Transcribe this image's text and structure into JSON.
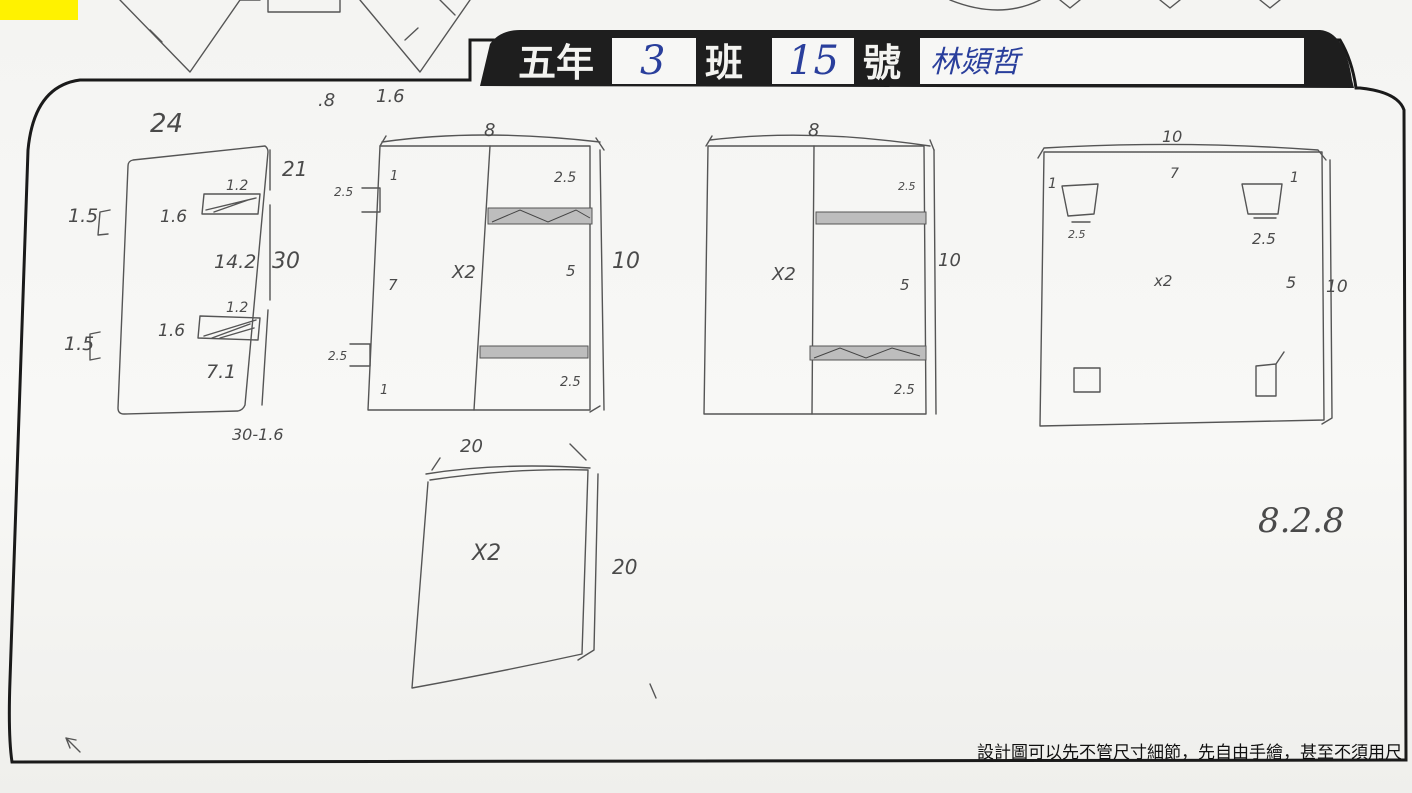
{
  "header": {
    "grade": "五年",
    "class_num": "3",
    "class_label": "班",
    "seat_num": "15",
    "seat_label": "號",
    "student_name": "林熲哲"
  },
  "footer_note": "設計圖可以先不管尺寸細節，先自由手繪，甚至不須用尺",
  "colors": {
    "header_band": "#1e1e1e",
    "ink_blue": "#2a3f9c",
    "pencil": "#555555",
    "corner_tag": "#fff200"
  },
  "top_labels": {
    "a": ".8",
    "b": "1.6"
  },
  "sketch_side_panel": {
    "top": "24",
    "width_mark": "21",
    "height": "30",
    "left_marks": [
      "1.5",
      "1.5"
    ],
    "inner": [
      "1.6",
      "1.6"
    ],
    "slot": "1.2",
    "middle": "14.2",
    "lower_slot": "1.2",
    "bottom": "7.1",
    "foot": "30-1.6"
  },
  "sketch_front_panel": {
    "width": "8",
    "height": "10",
    "multiplier": "X2",
    "top_right": "2.5",
    "bottom_right": "2.5",
    "middle": "5",
    "left_slot": "2.5",
    "left_slot2": "2.5",
    "left_val": "1",
    "left_mid": "7",
    "left_bot": "1"
  },
  "sketch_back_panel": {
    "width": "8",
    "height": "10",
    "multiplier": "X2",
    "top_right": "2.5",
    "middle": "5",
    "bottom_right": "2.5"
  },
  "sketch_top_panel": {
    "width": "10",
    "height": "10",
    "multiplier": "x2",
    "top_left": "1",
    "top_mid": "7",
    "top_right": "1",
    "slot_a": "2.5",
    "slot_b": "2.5",
    "middle": "5"
  },
  "sketch_square_panel": {
    "width": "20",
    "height": "20",
    "multiplier": "X2"
  },
  "signature": "8.2.8"
}
